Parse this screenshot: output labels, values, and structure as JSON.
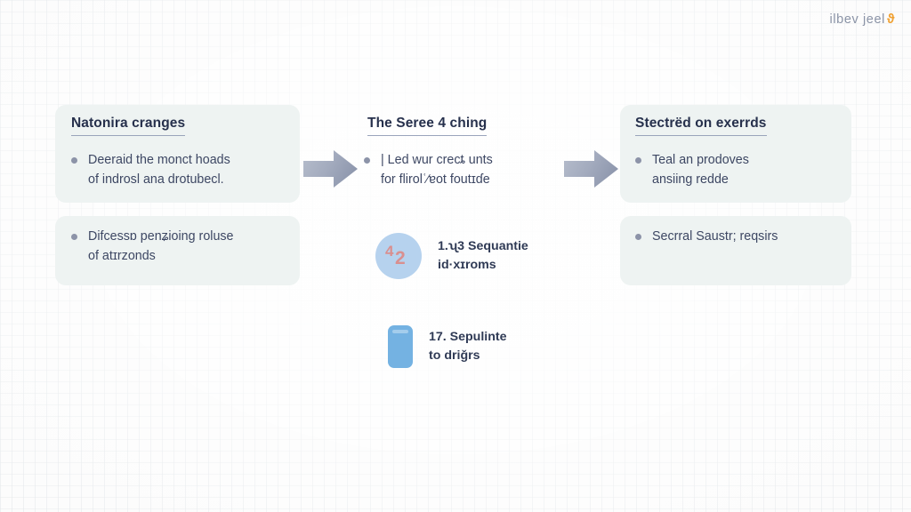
{
  "brand": {
    "text": "ilbev jeel",
    "accent_glyph": "ϑ",
    "accent_color": "#f0a030"
  },
  "diagram": {
    "type": "three-stage-flow",
    "background_color": "#fcfcfc",
    "card_color": "#eef3f2",
    "heading_color": "#26304c",
    "body_color": "#3d4763",
    "arrow_color": "#9aa3bb",
    "columns": [
      {
        "id": "column-1",
        "heading": "Natonira cranges",
        "has_card": true,
        "bullets": [
          "Deeraid the monct hoads\nof indrosl ana drotubecl.",
          "Difcessɒ penʑioing roluse\nof atɪrzonds"
        ]
      },
      {
        "id": "column-2",
        "heading": "The Seree 4 ching",
        "has_card": false,
        "bullets": [
          "| Led wur crecȶ unts\nfor flirolʿ∕ɐot foutɪɗe"
        ],
        "metrics": [
          {
            "icon": "circle-badge-icon",
            "badge_numbers": [
              "4",
              "2"
            ],
            "badge_color": "#b6d2ee",
            "number_color": "#d98f8f",
            "label": "1.ʯ3 Sequantie\nid·xɪroms"
          },
          {
            "icon": "rounded-rect-badge-icon",
            "badge_color": "#74b2e2",
            "label": "17. Sepulinte\nto driǧrs"
          }
        ]
      },
      {
        "id": "column-3",
        "heading": "Stectrëd on exerrds",
        "has_card": true,
        "bullets": [
          "Teal an prodoves\nansiing redde",
          "Secrral Saustr; reqsirs"
        ]
      }
    ],
    "arrows": [
      {
        "id": "arrow-1",
        "from": "column-1",
        "to": "column-2"
      },
      {
        "id": "arrow-2",
        "from": "column-2",
        "to": "column-3"
      }
    ]
  }
}
